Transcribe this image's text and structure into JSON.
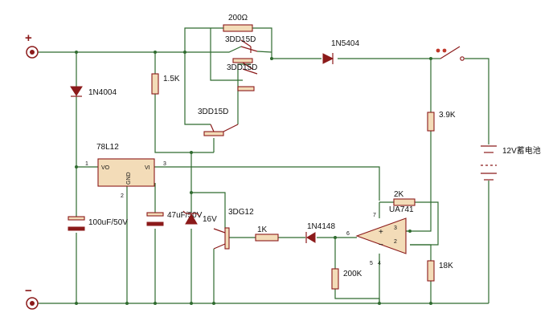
{
  "terminals": {
    "positive": "+",
    "negative": "−"
  },
  "components": {
    "r_top": "200Ω",
    "q_top_1": "3DD15D",
    "q_top_2": "3DD15D",
    "diode_out": "1N5404",
    "r_15k": "1.5K",
    "q_driver": "3DD15D",
    "diode_in": "1N4004",
    "regulator": "78L12",
    "reg_vo": "VO",
    "reg_vi": "VI",
    "reg_gnd": "GND",
    "reg_pin1": "1",
    "reg_pin2": "2",
    "reg_pin3": "3",
    "cap_100": "100uF/50V",
    "cap_47": "47uF/50V",
    "zener": "16V",
    "q_3dg12": "3DG12",
    "r_1k": "1K",
    "diode_sig": "1N4148",
    "r_200k": "200K",
    "r_2k": "2K",
    "opamp": "UA741",
    "op_pin6": "6",
    "op_pin7": "7",
    "op_pin3": "3",
    "op_pin2": "2",
    "op_pin5": "5",
    "op_pin4": "4",
    "op_plus": "+",
    "op_minus": "−",
    "r_39k": "3.9K",
    "r_18k": "18K",
    "battery": "12V蓄电池"
  }
}
